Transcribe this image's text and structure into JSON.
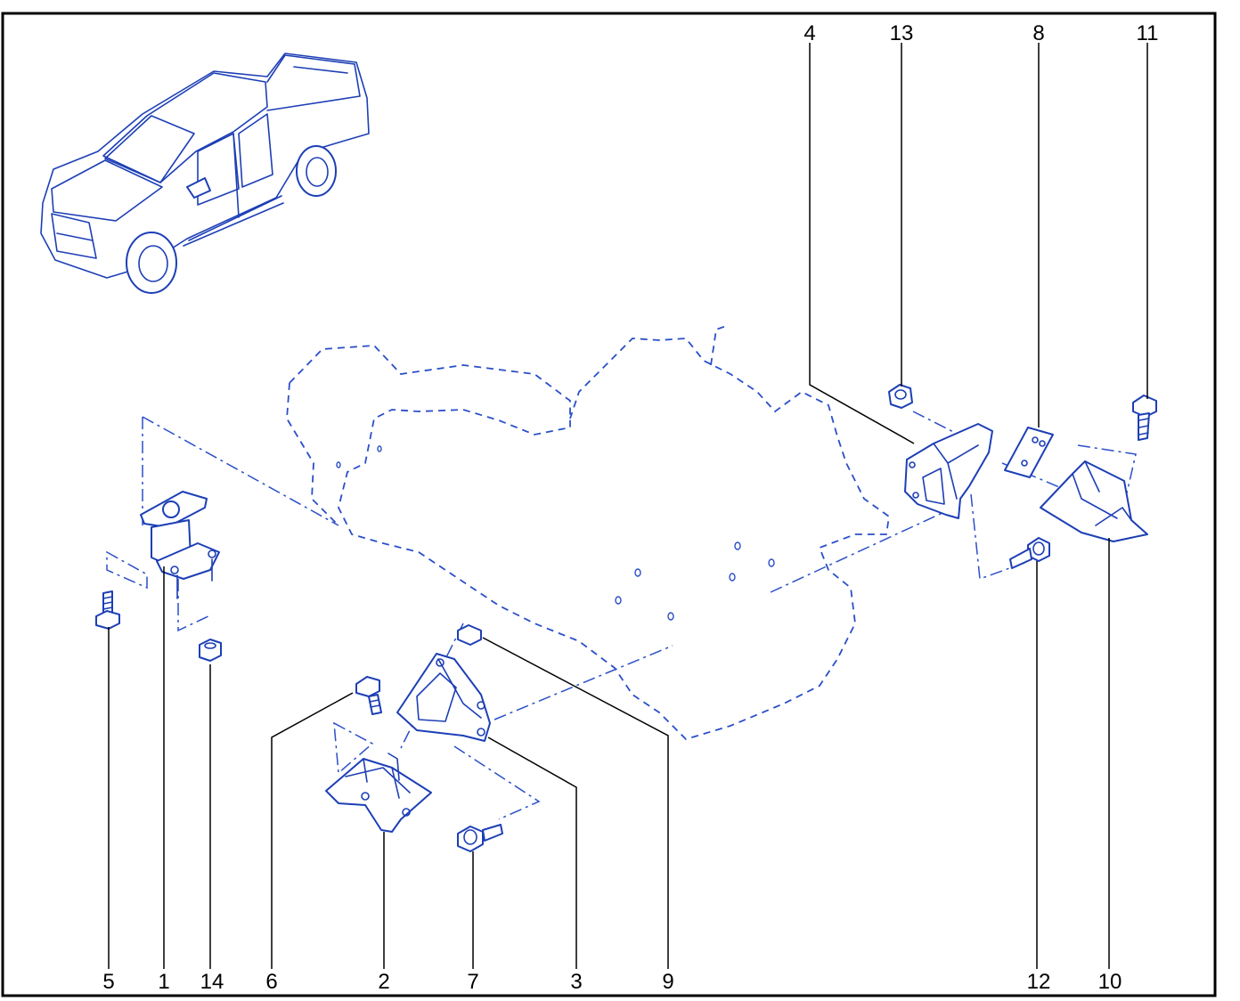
{
  "colors": {
    "part_line": "#1d3fb5",
    "phantom_line": "#2a4fc8",
    "callout_text": "#000000",
    "frame": "#000000",
    "background": "#ffffff"
  },
  "callouts": {
    "top": [
      "4",
      "13",
      "8",
      "11"
    ],
    "bottom": [
      "5",
      "1",
      "14",
      "6",
      "2",
      "7",
      "3",
      "9",
      "12",
      "10"
    ]
  },
  "labels": {
    "p1": "1",
    "p2": "2",
    "p3": "3",
    "p4": "4",
    "p5": "5",
    "p6": "6",
    "p7": "7",
    "p8": "8",
    "p9": "9",
    "p10": "10",
    "p11": "11",
    "p12": "12",
    "p13": "13",
    "p14": "14"
  }
}
